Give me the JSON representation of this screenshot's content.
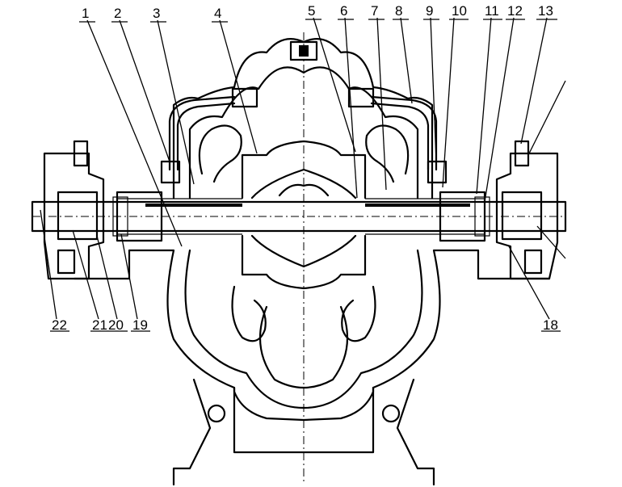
{
  "labels_top": [
    "1",
    "2",
    "3",
    "4",
    "5",
    "6",
    "7",
    "8",
    "9",
    "10",
    "11",
    "12",
    "13"
  ],
  "labels_bottom": [
    "22",
    "21",
    "20",
    "19",
    "18"
  ]
}
